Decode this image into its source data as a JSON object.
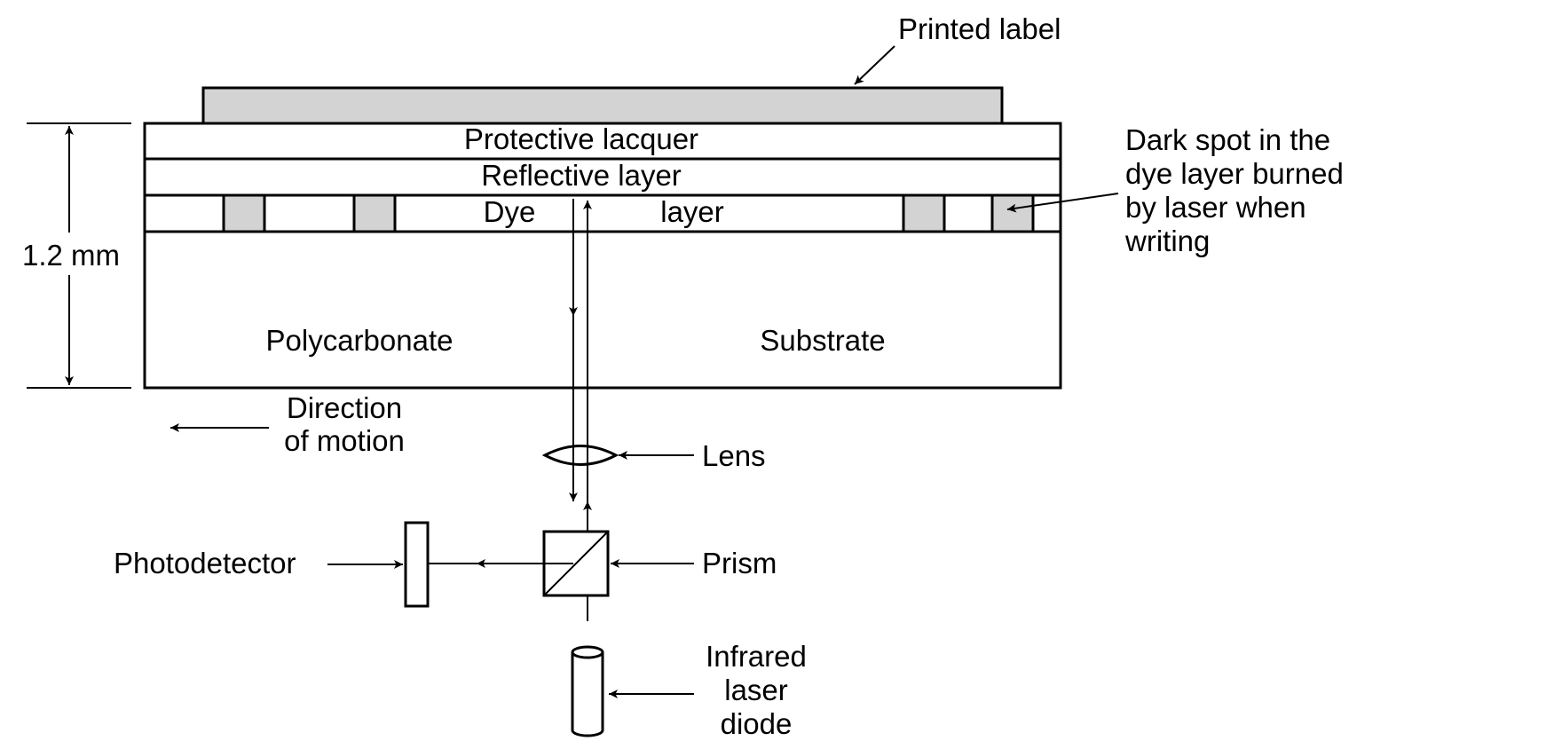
{
  "labels": {
    "printed_label": "Printed label",
    "protective_lacquer": "Protective lacquer",
    "reflective_layer": "Reflective layer",
    "dye": "Dye",
    "layer": "layer",
    "dark_spot_line1": "Dark spot in the",
    "dark_spot_line2": "dye layer burned",
    "dark_spot_line3": "by laser when",
    "dark_spot_line4": "writing",
    "thickness": "1.2 mm",
    "polycarbonate": "Polycarbonate",
    "substrate": "Substrate",
    "direction_line1": "Direction",
    "direction_line2": "of motion",
    "lens": "Lens",
    "photodetector": "Photodetector",
    "prism": "Prism",
    "diode_line1": "Infrared",
    "diode_line2": "laser",
    "diode_line3": "diode"
  },
  "colors": {
    "line": "#000000",
    "spot_fill": "#d3d3d3",
    "label_fill": "#d3d3d3",
    "background": "#ffffff"
  }
}
